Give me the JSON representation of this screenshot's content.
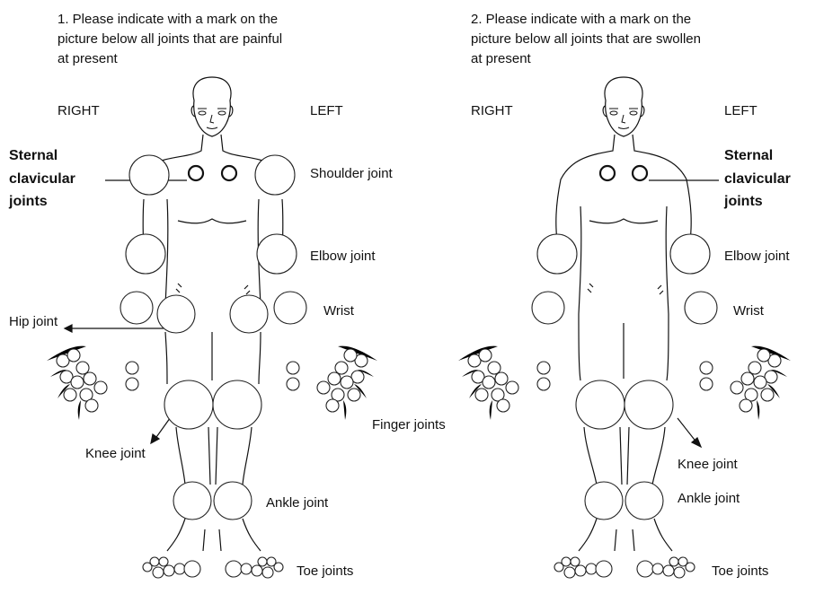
{
  "left_panel": {
    "question": [
      "1. Please indicate with a mark on the",
      "picture below all joints that are painful",
      "at present"
    ],
    "right_label": "RIGHT",
    "left_label": "LEFT",
    "sternal_label": [
      "Sternal",
      "clavicular",
      "joints"
    ],
    "shoulder_label": "Shoulder joint",
    "elbow_label": "Elbow joint",
    "wrist_label": "Wrist",
    "hip_label": "Hip joint",
    "knee_label": "Knee joint",
    "ankle_label": "Ankle joint",
    "toe_label": "Toe joints"
  },
  "right_panel": {
    "question": [
      "2. Please indicate with a mark on the",
      "picture below all joints that are swollen",
      "at present"
    ],
    "right_label": "RIGHT",
    "left_label": "LEFT",
    "sternal_label": [
      "Sternal",
      "clavicular",
      "joints"
    ],
    "elbow_label": "Elbow joint",
    "wrist_label": "Wrist",
    "knee_label": "Knee joint",
    "ankle_label": "Ankle joint",
    "toe_label": "Toe joints"
  },
  "shared": {
    "finger_label": "Finger joints"
  }
}
